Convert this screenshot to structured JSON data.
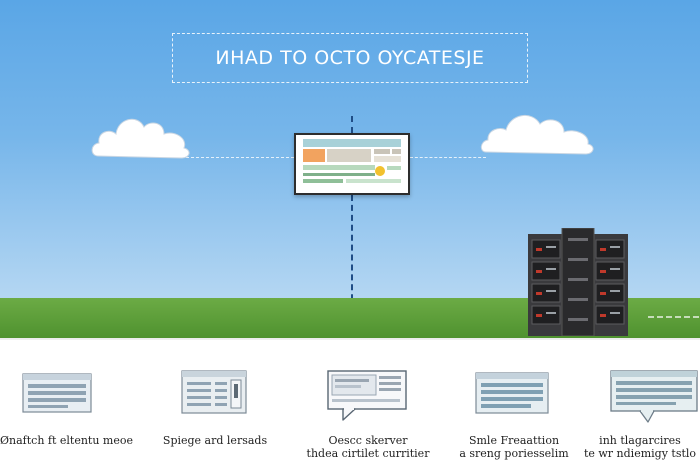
{
  "title": "ИHAD TO OCTO OYCATESJE",
  "captions": [
    {
      "lines": [
        "Ønaftch ft eltentu meoe"
      ]
    },
    {
      "lines": [
        "Spiege ard lersads"
      ]
    },
    {
      "lines": [
        "Oescc skerver",
        "thdea cirtilet curritier"
      ]
    },
    {
      "lines": [
        "Smle Freaattion",
        "a sreng poriesselim"
      ]
    },
    {
      "lines": [
        "inh tlagarcires",
        "te wr ndiemigy tstlo"
      ]
    }
  ],
  "colors": {
    "sky_top": "#5aa6e6",
    "grass": "#5a9c38",
    "accent_orange": "#f2a35f",
    "accent_yellow": "#f2c12e",
    "server_dark": "#2e2e30",
    "server_red": "#c0392b",
    "line_blue": "#1f4d86"
  },
  "icons": [
    "cloud-icon",
    "monitor-icon",
    "server-rack-icon",
    "list-window-icon",
    "speech-bubble-icon"
  ]
}
